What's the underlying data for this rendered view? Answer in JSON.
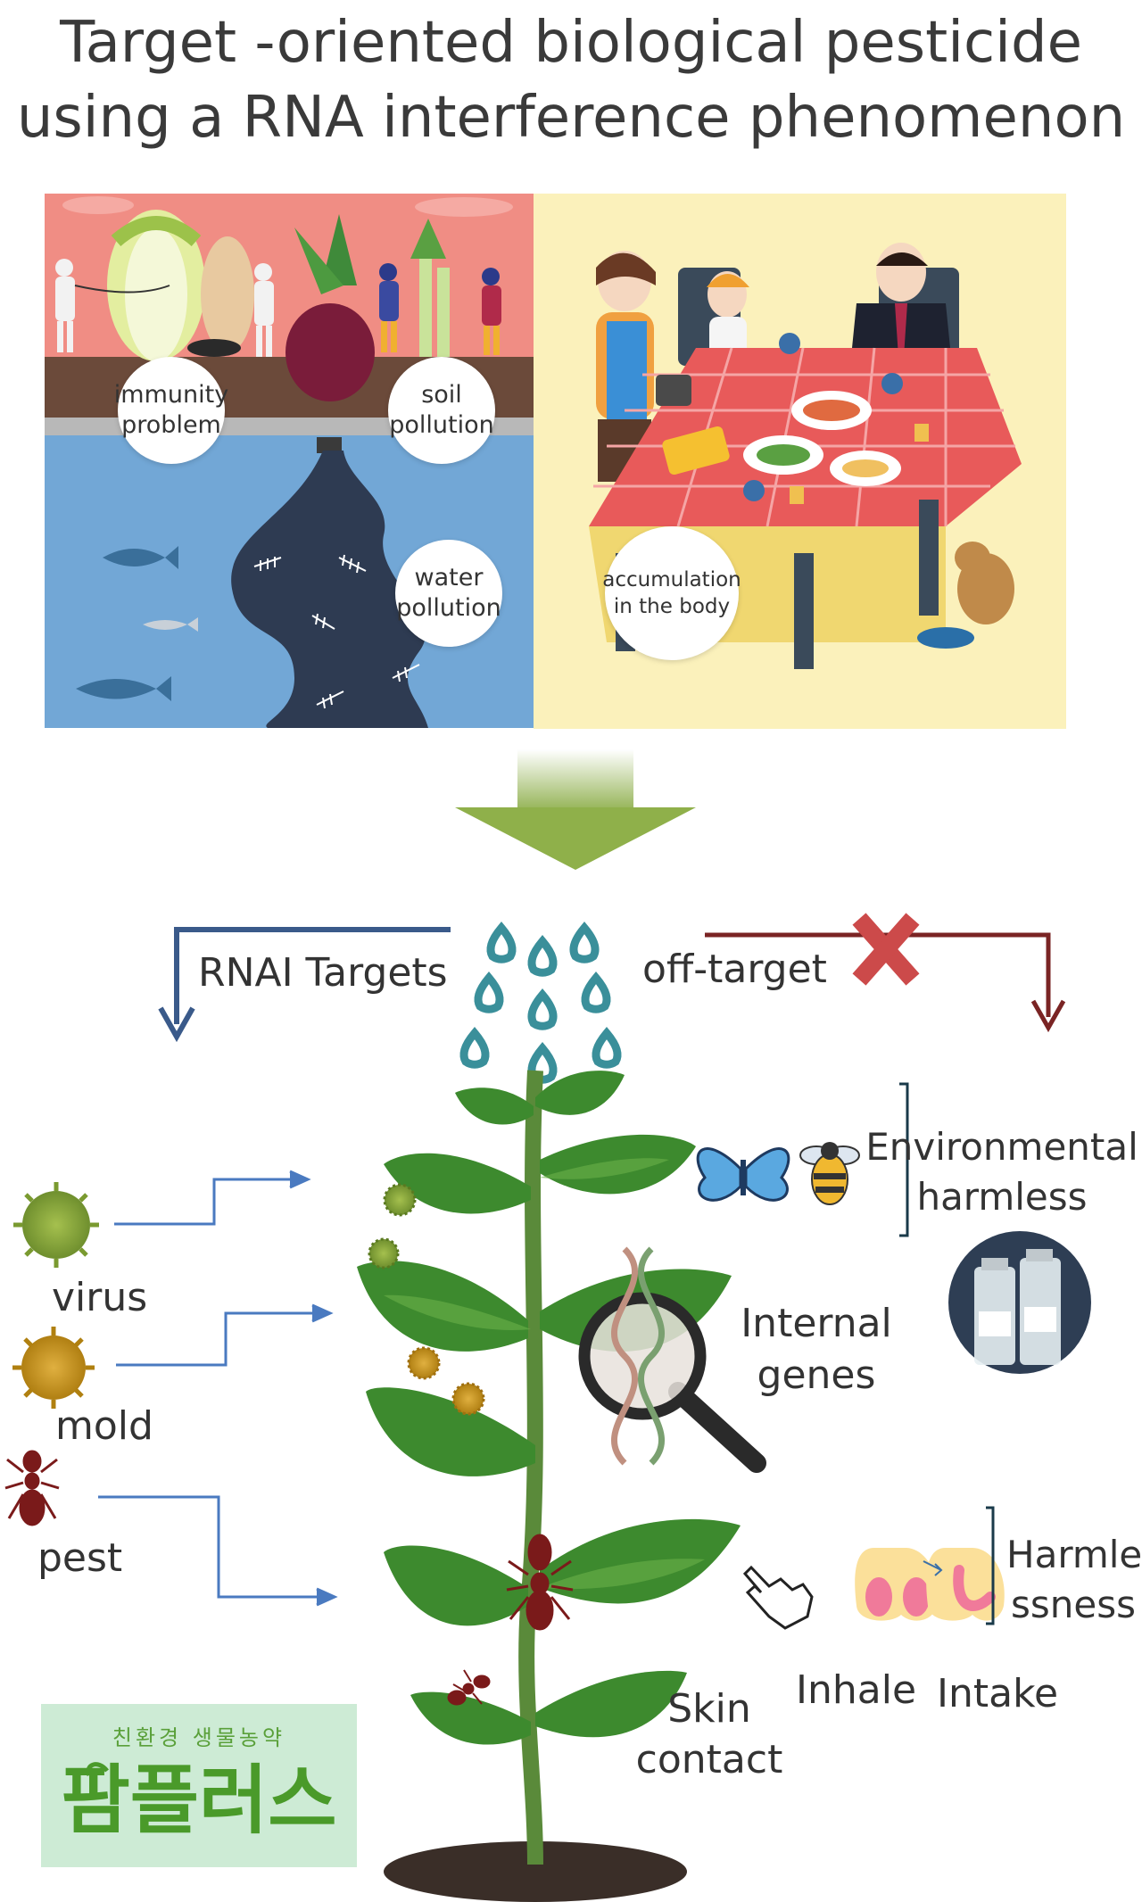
{
  "title": {
    "line1": "Target -oriented biological pesticide",
    "line2": "using a RNA interference phenomenon"
  },
  "problems": {
    "immunity": {
      "line1": "immunity",
      "line2": "problem"
    },
    "soil": {
      "line1": "soil",
      "line2": "pollution"
    },
    "water": {
      "line1": "water",
      "line2": "pollution"
    },
    "accumulation": {
      "line1": "accumulation",
      "line2": "in the body"
    }
  },
  "branches": {
    "targets": "RNAI Targets",
    "offtarget": "off-target"
  },
  "targets": {
    "virus": "virus",
    "mold": "mold",
    "pest": "pest"
  },
  "internal": {
    "line1": "Internal",
    "line2": "genes"
  },
  "environmental": {
    "line1": "Environmental",
    "line2": "harmless"
  },
  "harmlessness": {
    "line1": "Harmle",
    "line2": "ssness"
  },
  "exposure": {
    "skin": {
      "line1": "Skin",
      "line2": "contact"
    },
    "inhale": "Inhale",
    "intake": "Intake"
  },
  "logo": {
    "subtitle": "친환경 생물농약",
    "name": "팜플러스"
  },
  "colors": {
    "pink_panel": "#f28b82",
    "soil": "#6b4a3a",
    "water": "#6fa3d4",
    "yellow_panel": "#fbf0b8",
    "arrow_green": "#8fb04a",
    "blue_arrow": "#3a5a8a",
    "red_arrow": "#7a2424",
    "cross": "#cc4a4a",
    "drop": "#3a8f9a",
    "leaf": "#3d8a2e",
    "logo_bg": "#cdebd5",
    "logo_text": "#4a9a2a"
  }
}
